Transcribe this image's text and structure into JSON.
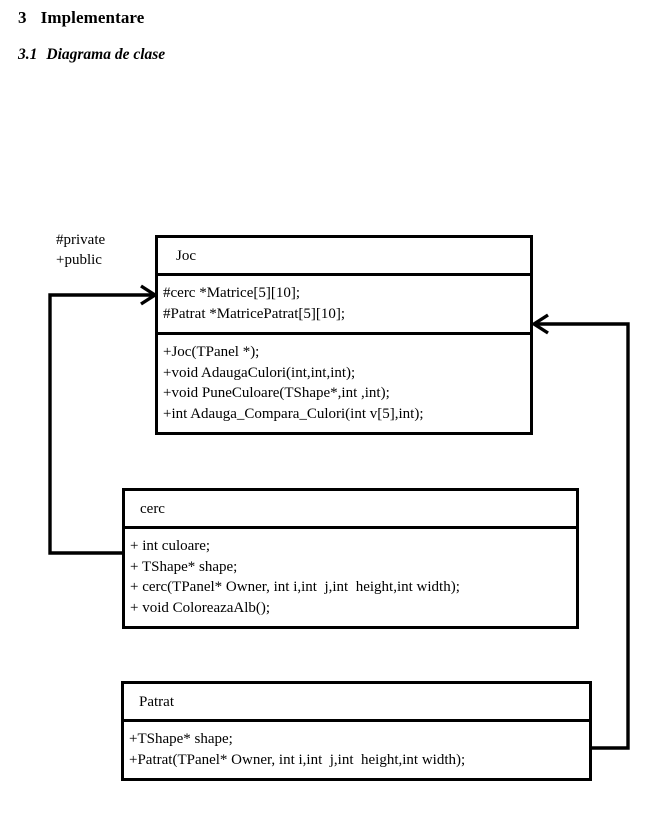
{
  "document": {
    "section": {
      "number": "3",
      "title": "Implementare"
    },
    "subsection": {
      "number": "3.1",
      "title": "Diagrama de clase"
    }
  },
  "legend": {
    "private_label": "#private",
    "public_label": "+public"
  },
  "diagram": {
    "type": "uml-class-diagram",
    "line_color": "#000000",
    "background": "#ffffff",
    "classes": [
      {
        "id": "Joc",
        "name": "Joc",
        "attributes": [
          "#cerc *Matrice[5][10];",
          "#Patrat *MatricePatrat[5][10];"
        ],
        "methods": [
          "+Joc(TPanel *);",
          "+void AdaugaCulori(int,int,int);",
          "+void PuneCuloare(TShape*,int ,int);",
          "+int Adauga_Compara_Culori(int v[5],int);"
        ]
      },
      {
        "id": "cerc",
        "name": "cerc",
        "members": [
          "+ int culoare;",
          "+ TShape* shape;",
          "+ cerc(TPanel* Owner, int i,int  j,int  height,int width);",
          "+ void ColoreazaAlb();"
        ]
      },
      {
        "id": "Patrat",
        "name": "Patrat",
        "members": [
          "+TShape* shape;",
          "+Patrat(TPanel* Owner, int i,int  j,int  height,int width);"
        ]
      }
    ],
    "connectors": [
      {
        "id": "cerc-to-joc",
        "from": "cerc",
        "to": "Joc",
        "arrow": "open",
        "route": "left"
      },
      {
        "id": "patrat-to-joc",
        "from": "Patrat",
        "to": "Joc",
        "arrow": "open",
        "route": "right"
      }
    ]
  }
}
